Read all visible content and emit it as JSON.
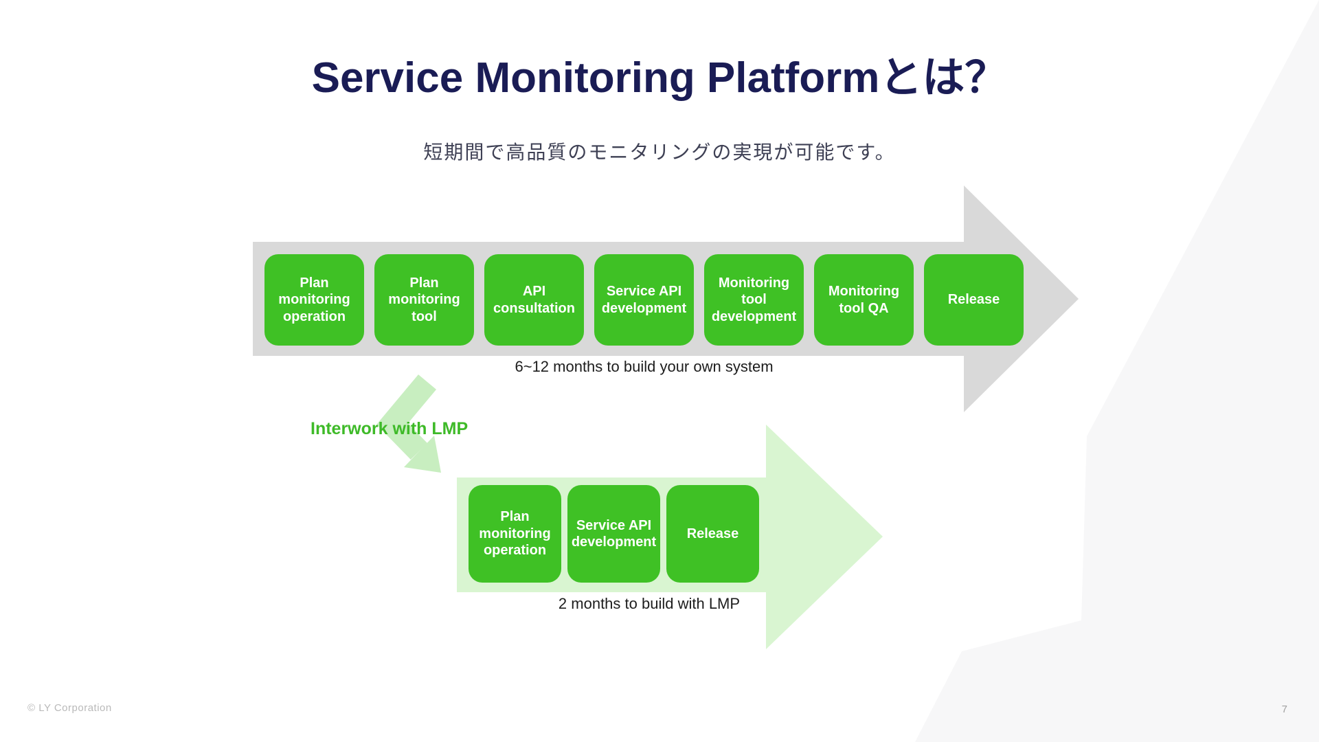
{
  "slide": {
    "title": "Service Monitoring Platformとは？",
    "subtitle": "短期間で高品質のモニタリングの実現が可能です。",
    "footer": "© LY Corporation",
    "page_number": "7"
  },
  "flow_diy": {
    "steps": [
      "Plan\nmonitoring\noperation",
      "Plan\nmonitoring\ntool",
      "API\nconsultation",
      "Service API\ndevelopment",
      "Monitoring\ntool\ndevelopment",
      "Monitoring\ntool QA",
      "Release"
    ],
    "caption": "6~12 months to build your own system"
  },
  "flow_lmp": {
    "steps": [
      "Plan\nmonitoring\noperation",
      "Service API\ndevelopment",
      "Release"
    ],
    "caption": "2 months to build with LMP"
  },
  "connector": {
    "label": "Interwork with LMP"
  },
  "colors": {
    "title_navy": "#1a1c55",
    "subtitle_gray": "#3e4054",
    "step_green": "#3fc125",
    "diy_arrow_gray": "#d9d9d9",
    "lmp_arrow_pale_green": "#d9f5d1",
    "connector_pale_green": "#c8eec0",
    "connector_label_green": "#3eba28",
    "caption_black": "#1d1d1d",
    "footer_gray": "#b9b9b9",
    "corner_decoration_gray": "#f7f7f8"
  }
}
